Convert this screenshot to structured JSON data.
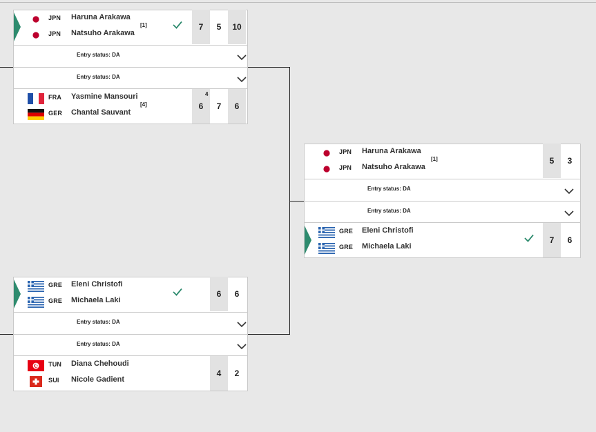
{
  "colors": {
    "accent": "#2e8b6e",
    "check": "#2e8b6e",
    "shade": "#e2e2e2"
  },
  "matches": [
    {
      "id": "sf1",
      "team1": {
        "winner": true,
        "players": [
          {
            "code": "JPN",
            "name": "Haruna Arakawa",
            "flag": "jpn-flag"
          },
          {
            "code": "JPN",
            "name": "Natsuho Arakawa",
            "flag": "jpn-flag"
          }
        ],
        "seed": "[1]",
        "scores": [
          "7",
          "5",
          "10"
        ]
      },
      "status1": "Entry status: DA",
      "status2": "Entry status: DA",
      "team2": {
        "winner": false,
        "players": [
          {
            "code": "FRA",
            "name": "Yasmine Mansouri",
            "flag": "fra-flag"
          },
          {
            "code": "GER",
            "name": "Chantal Sauvant",
            "flag": "ger-flag"
          }
        ],
        "seed": "[4]",
        "scores": [
          "6",
          "7",
          "6"
        ],
        "tiebreak": "4"
      }
    },
    {
      "id": "sf2",
      "team1": {
        "winner": true,
        "players": [
          {
            "code": "GRE",
            "name": "Eleni Christofi",
            "flag": "gre-flag"
          },
          {
            "code": "GRE",
            "name": "Michaela Laki",
            "flag": "gre-flag"
          }
        ],
        "seed": "",
        "scores": [
          "6",
          "6"
        ]
      },
      "status1": "Entry status: DA",
      "status2": "Entry status: DA",
      "team2": {
        "winner": false,
        "players": [
          {
            "code": "TUN",
            "name": "Diana Chehoudi",
            "flag": "tun-flag"
          },
          {
            "code": "SUI",
            "name": "Nicole Gadient",
            "flag": "sui-flag"
          }
        ],
        "seed": "",
        "scores": [
          "4",
          "2"
        ]
      }
    },
    {
      "id": "final",
      "team1": {
        "winner": false,
        "players": [
          {
            "code": "JPN",
            "name": "Haruna Arakawa",
            "flag": "jpn-flag"
          },
          {
            "code": "JPN",
            "name": "Natsuho Arakawa",
            "flag": "jpn-flag"
          }
        ],
        "seed": "[1]",
        "scores": [
          "5",
          "3"
        ]
      },
      "status1": "Entry status: DA",
      "status2": "Entry status: DA",
      "team2": {
        "winner": true,
        "players": [
          {
            "code": "GRE",
            "name": "Eleni Christofi",
            "flag": "gre-flag"
          },
          {
            "code": "GRE",
            "name": "Michaela Laki",
            "flag": "gre-flag"
          }
        ],
        "seed": "",
        "scores": [
          "7",
          "6"
        ]
      }
    }
  ]
}
